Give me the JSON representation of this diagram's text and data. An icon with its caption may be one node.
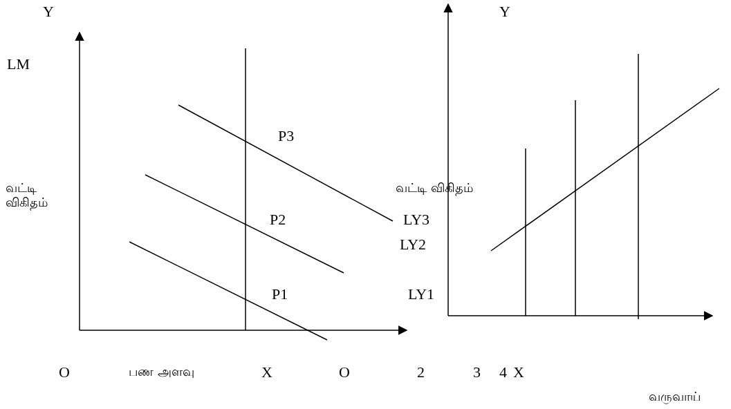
{
  "diagram": {
    "labels": [
      "Y",
      "Y",
      "LM",
      "P3",
      "வட்டி விகிதம்",
      "வட்டி விகிதம்",
      "P2",
      "LY3",
      "LY2",
      "P1",
      "LY1",
      "O",
      "பண அளவு",
      "X",
      "O",
      "2",
      "3",
      "4",
      "X",
      "வருவாய்"
    ]
  }
}
